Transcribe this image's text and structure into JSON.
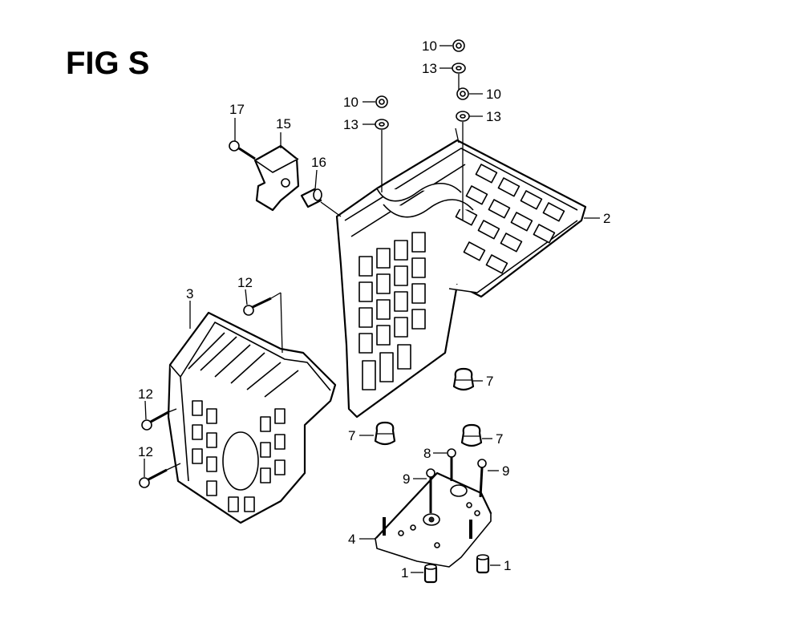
{
  "figure": {
    "title": "FIG S"
  },
  "callouts": {
    "c17": "17",
    "c15": "15",
    "c16": "16",
    "c10a": "10",
    "c13a": "13",
    "c10b": "10",
    "c13b": "13",
    "c10c": "10",
    "c13c": "13",
    "c2": "2",
    "c3": "3",
    "c12a": "12",
    "c12b": "12",
    "c12c": "12",
    "c7a": "7",
    "c7b": "7",
    "c7c": "7",
    "c8": "8",
    "c9a": "9",
    "c9b": "9",
    "c4": "4",
    "c1a": "1",
    "c1b": "1"
  },
  "colors": {
    "ink": "#000000",
    "paper": "#ffffff"
  }
}
